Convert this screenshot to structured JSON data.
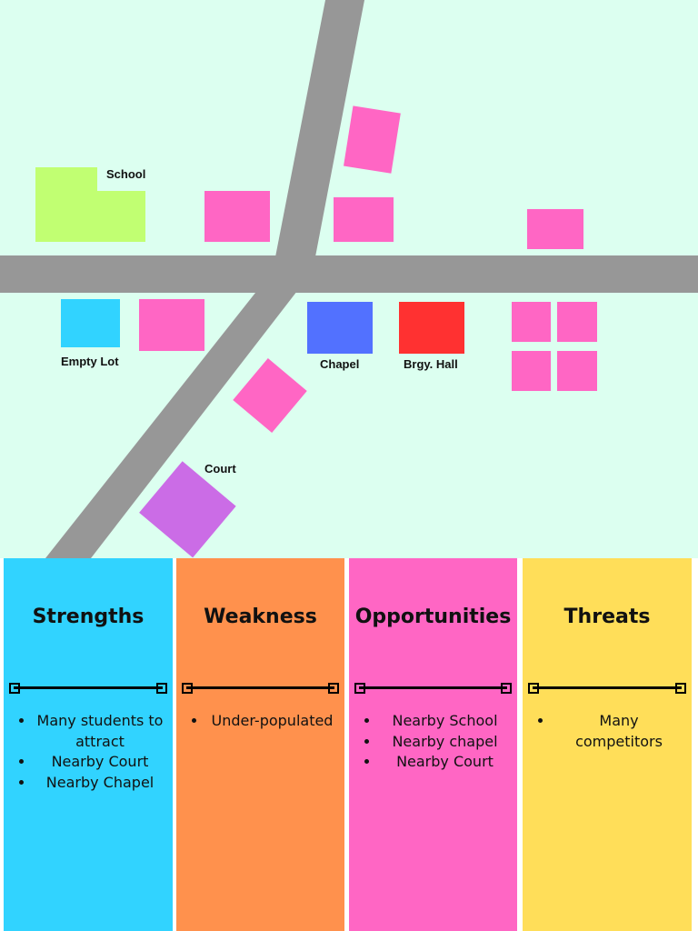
{
  "colors": {
    "background": "#dcfff0",
    "road": "#979797",
    "house": "#ff66c4",
    "school": "#c1ff72",
    "empty_lot": "#31d3ff",
    "chapel": "#5271ff",
    "brgy_hall": "#ff3131",
    "court": "#cb6ce6"
  },
  "map": {
    "labels": {
      "school": "School",
      "empty_lot": "Empty Lot",
      "chapel": "Chapel",
      "brgy_hall": "Brgy. Hall",
      "court": "Court"
    }
  },
  "swot": {
    "strengths": {
      "title": "Strengths",
      "color": "#31d3ff",
      "items": [
        "Many students to attract",
        "Nearby Court",
        "Nearby Chapel"
      ]
    },
    "weakness": {
      "title": "Weakness",
      "color": "#ff914d",
      "items": [
        "Under-populated"
      ]
    },
    "opportunities": {
      "title": "Opportunities",
      "color": "#ff66c4",
      "items": [
        "Nearby School",
        "Nearby chapel",
        "Nearby Court"
      ]
    },
    "threats": {
      "title": "Threats",
      "color": "#ffde59",
      "items": [
        "Many competitors"
      ]
    }
  }
}
